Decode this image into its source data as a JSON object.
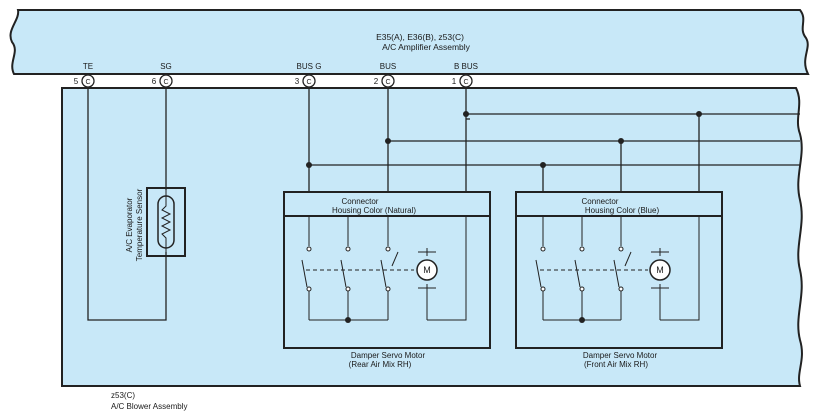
{
  "amplifier": {
    "id": "E35(A), E36(B), z53(C)",
    "name": "A/C Amplifier Assembly"
  },
  "pins": [
    {
      "num": "5",
      "letter": "C",
      "name": "TE"
    },
    {
      "num": "6",
      "letter": "C",
      "name": "SG"
    },
    {
      "num": "3",
      "letter": "C",
      "name": "BUS G"
    },
    {
      "num": "2",
      "letter": "C",
      "name": "BUS"
    },
    {
      "num": "1",
      "letter": "C",
      "name": "B BUS"
    }
  ],
  "sensor": {
    "line1": "A/C Evaporator",
    "line2": "Temperature Sensor"
  },
  "connector_rear": {
    "line1": "Connector",
    "line2": "Housing Color (Natural)"
  },
  "connector_front": {
    "line1": "Connector",
    "line2": "Housing Color (Blue)"
  },
  "motor_rear": {
    "line1": "Damper Servo Motor",
    "line2": "(Rear Air Mix RH)",
    "symbol": "M"
  },
  "motor_front": {
    "line1": "Damper Servo Motor",
    "line2": "(Front Air Mix RH)",
    "symbol": "M"
  },
  "blower": {
    "id": "z53(C)",
    "name": "A/C Blower Assembly"
  },
  "colors": {
    "panel_fill": "#c8e8f8",
    "line": "#222222"
  }
}
